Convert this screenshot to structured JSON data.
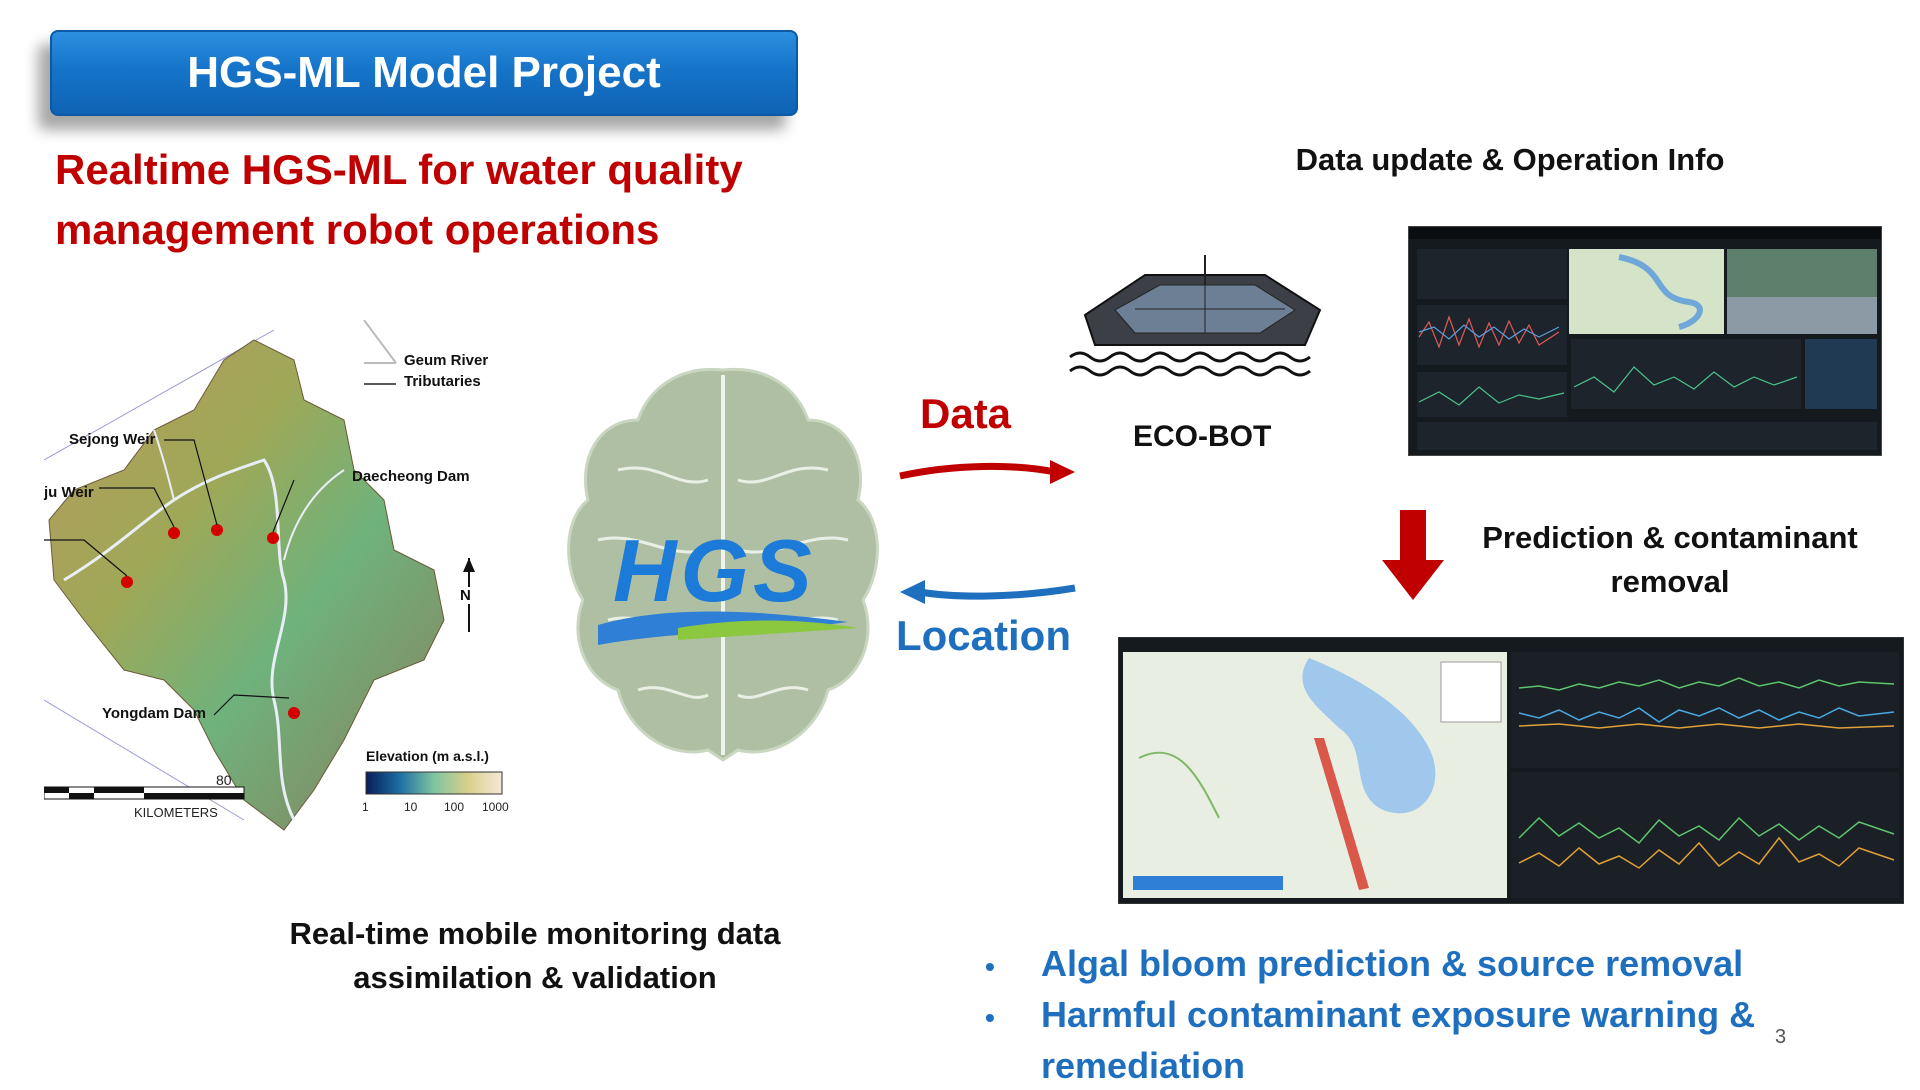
{
  "banner": {
    "title": "HGS-ML Model Project"
  },
  "subtitle": {
    "line1": "Realtime HGS-ML for water quality",
    "line2": "management robot operations"
  },
  "map": {
    "legend_river": "Geum River",
    "legend_tributaries": "Tributaries",
    "sejong_weir": "Sejong Weir",
    "daecheong_dam": "Daecheong Dam",
    "gongju_weir": "ju Weir",
    "yongdam_dam": "Yongdam Dam",
    "scale_value": "80",
    "scale_unit": "KILOMETERS",
    "north": "N",
    "elevation_title": "Elevation (m a.s.l.)",
    "elevation_ticks": [
      "1",
      "10",
      "100",
      "1000"
    ]
  },
  "brain": {
    "logo_text": "HGS"
  },
  "arrows": {
    "data": "Data",
    "location": "Location"
  },
  "robot": {
    "label": "ECO-BOT"
  },
  "right": {
    "data_update": "Data update & Operation Info",
    "prediction_line1": "Prediction & contaminant",
    "prediction_line2": "removal"
  },
  "bottom_left": {
    "line1": "Real-time mobile monitoring data",
    "line2": "assimilation & validation"
  },
  "bullets": [
    "Algal bloom prediction & source removal",
    "Harmful contaminant exposure warning &",
    "remediation"
  ],
  "bullet_char": "•",
  "page_number": "3",
  "colors": {
    "accent_red": "#c00000",
    "accent_blue": "#1f6fbf",
    "banner_blue": "#1574c9"
  }
}
